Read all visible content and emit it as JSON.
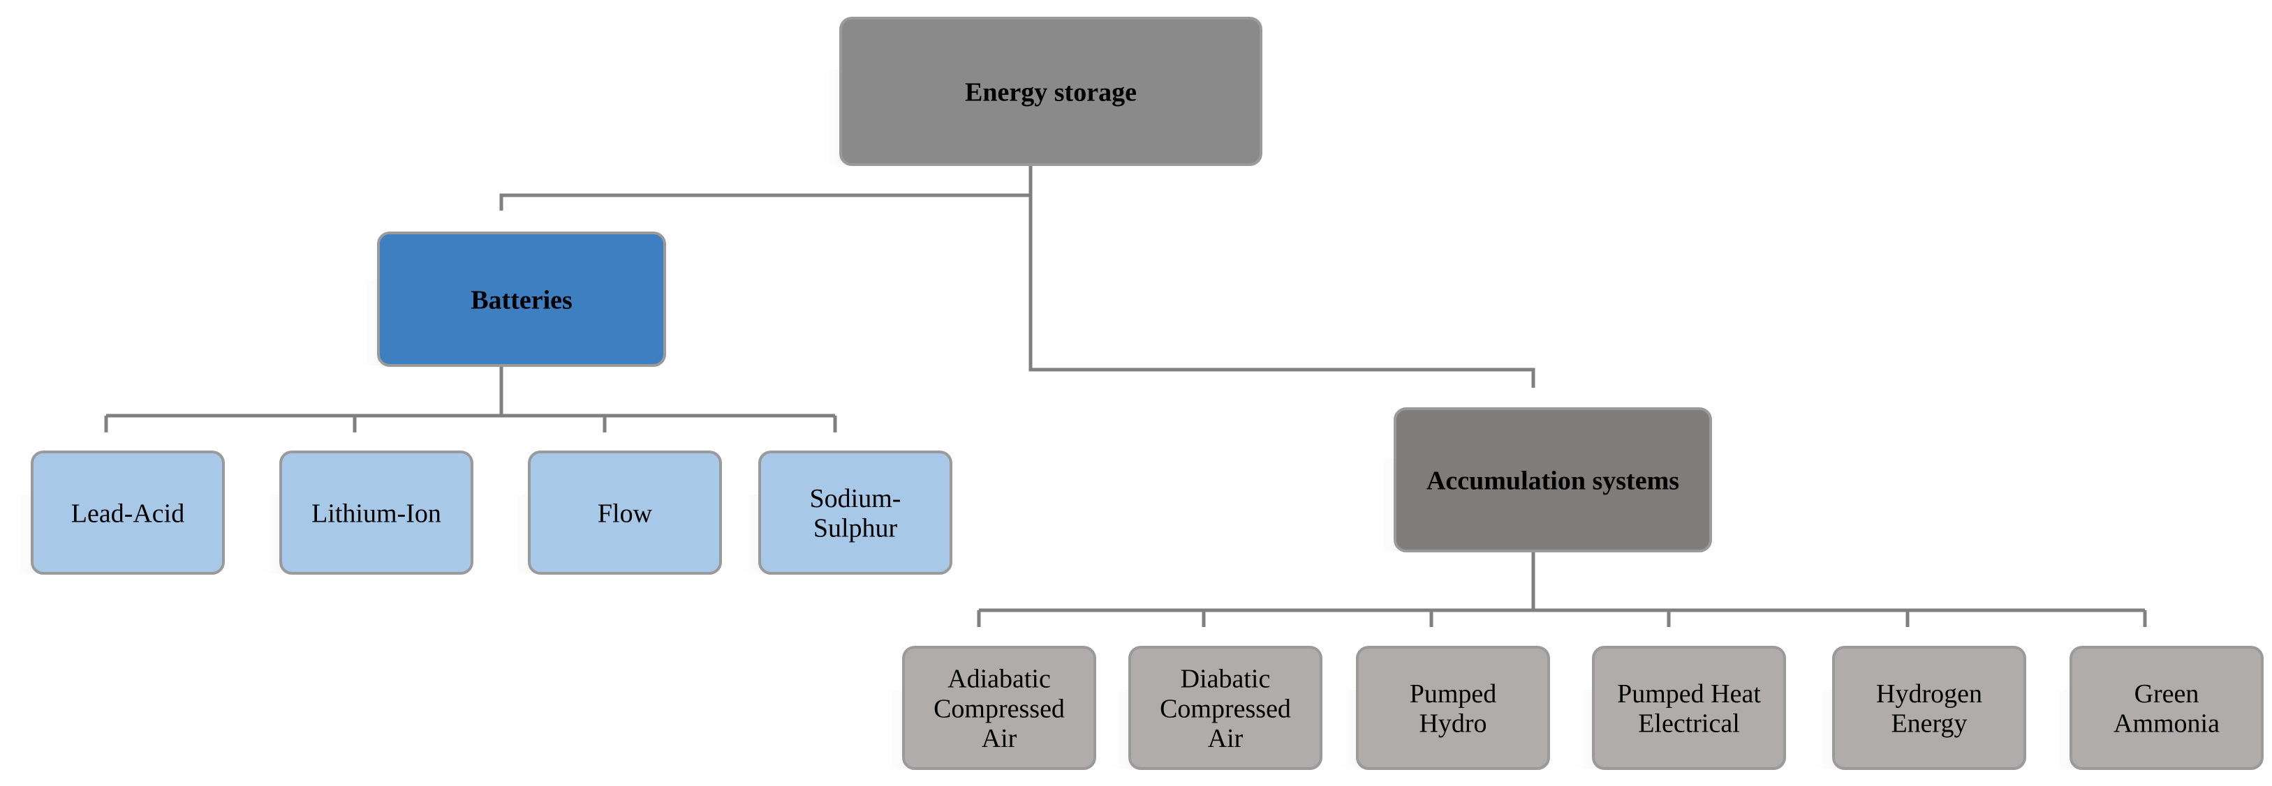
{
  "diagram": {
    "root": {
      "label": [
        "Energy storage"
      ],
      "color": "#8a8a8a"
    },
    "branches": [
      {
        "id": "batteries",
        "label": [
          "Batteries"
        ],
        "color": "#3d7fc1",
        "children": [
          {
            "label": [
              "Lead-Acid"
            ]
          },
          {
            "label": [
              "Lithium-Ion"
            ]
          },
          {
            "label": [
              "Flow"
            ]
          },
          {
            "label": [
              "Sodium-",
              "Sulphur"
            ]
          }
        ],
        "child_color": "#a7c8e7"
      },
      {
        "id": "accumulation",
        "label": [
          "Accumulation systems"
        ],
        "color": "#807c7c",
        "children": [
          {
            "label": [
              "Adiabatic",
              "Compressed",
              "Air"
            ]
          },
          {
            "label": [
              "Diabatic",
              "Compressed",
              "Air"
            ]
          },
          {
            "label": [
              "Pumped",
              "Hydro"
            ]
          },
          {
            "label": [
              "Pumped Heat",
              "Electrical"
            ]
          },
          {
            "label": [
              "Hydrogen",
              "Energy"
            ]
          },
          {
            "label": [
              "Green",
              "Ammonia"
            ]
          }
        ],
        "child_color": "#b0acac"
      }
    ],
    "colors": {
      "connector": "#808080",
      "border": "#9a9a9a"
    }
  }
}
